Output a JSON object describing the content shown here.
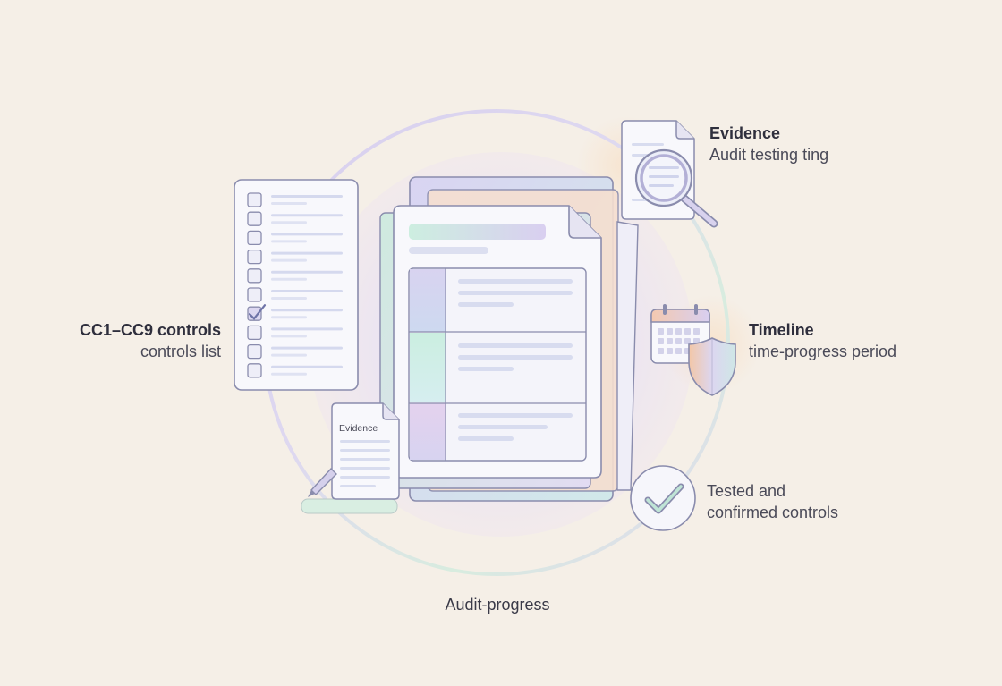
{
  "labels": {
    "controls": {
      "title": "CC1–CC9 controls",
      "subtitle": "controls list"
    },
    "evidence": {
      "title": "Evidence",
      "subtitle": "Audit testing ting"
    },
    "timeline": {
      "title": "Timeline",
      "subtitle": "time-progress period"
    },
    "tested": {
      "line1": "Tested and",
      "line2": "confirmed controls"
    },
    "progress": "Audit-progress",
    "evidence_doc": "Evidence"
  },
  "checklist": {
    "items": 10,
    "checked_index": 6
  },
  "icons": {
    "checklist": "checklist-icon",
    "document": "document-stack-icon",
    "magnifier": "magnifier-icon",
    "calendar": "calendar-icon",
    "shield": "shield-icon",
    "check": "check-circle-icon",
    "pen": "pen-icon"
  },
  "colors": {
    "background": "#f5efe7",
    "outline": "#8a8cad",
    "lavender": "#cfc8ea",
    "mint": "#cdeee0",
    "peach": "#f7dcc6",
    "ring": "#d9d2ec"
  }
}
